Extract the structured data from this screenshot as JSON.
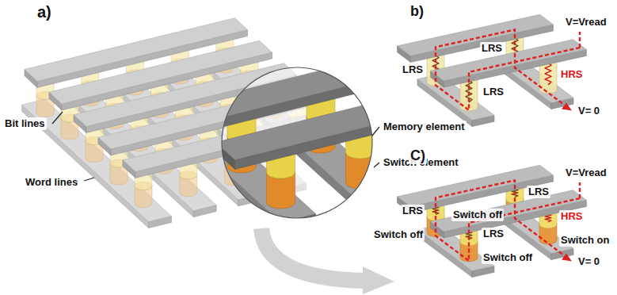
{
  "diagram": {
    "labels": [
      "a)",
      "Bit lines",
      "Word lines",
      "Memory element",
      "Switch element",
      "b)",
      "V=Vread",
      "LRS",
      "LRS",
      "LRS",
      "HRS",
      "V= 0",
      "C)",
      "V=Vread",
      "LRS",
      "Switch off",
      "LRS",
      "Switch off",
      "LRS",
      "Switch off",
      "HRS",
      "Switch on",
      "V= 0"
    ]
  }
}
